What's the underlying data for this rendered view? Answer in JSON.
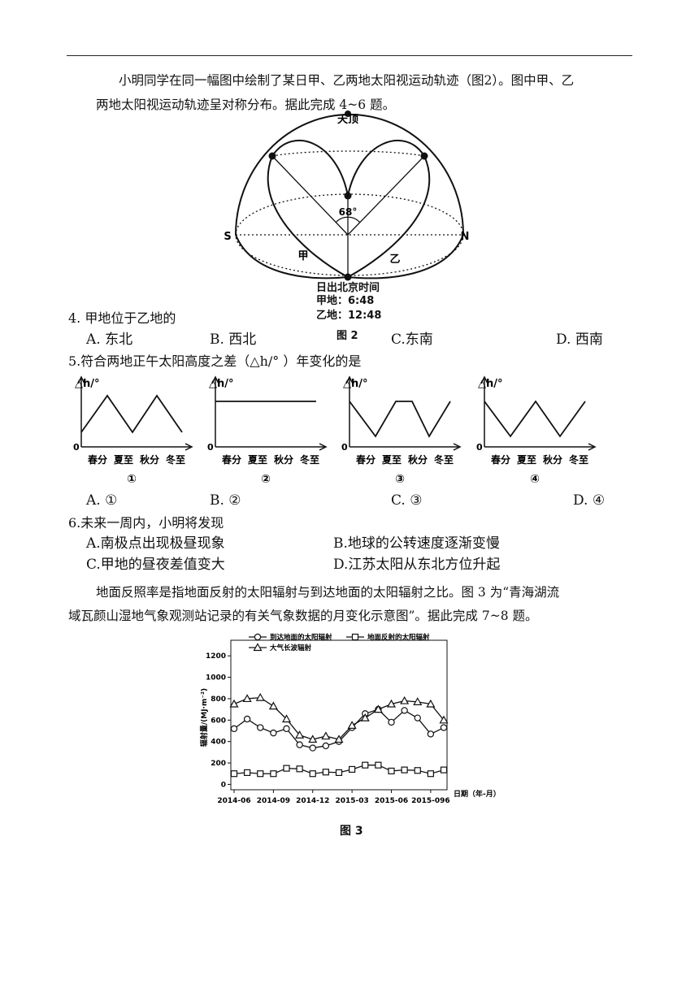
{
  "intro1": {
    "line1": "小明同学在同一幅图中绘制了某日甲、乙两地太阳视运动轨迹（图2）。图中甲、乙",
    "line2": "两地太阳视运动轨迹呈对称分布。据此完成 4~6 题。"
  },
  "fig2": {
    "zenith": "天顶",
    "angle": "68°",
    "s": "S",
    "n": "N",
    "jia": "甲",
    "yi": "乙",
    "sunrise_title": "日出北京时间",
    "jia_time": "甲地：6:48",
    "yi_time": "乙地：12:48",
    "caption": "图 2"
  },
  "q4": {
    "stem": "4.  甲地位于乙地的",
    "a": "A.  东北",
    "b": "B.  西北",
    "c": "C.东南",
    "d": "D.  西南"
  },
  "q5": {
    "stem": "5.符合两地正午太阳高度之差（△h/° ）年变化的是",
    "axis_label": "△h/°",
    "zero": "0",
    "x_ticks": [
      "春分",
      "夏至",
      "秋分",
      "冬至"
    ],
    "chart_nums": [
      "①",
      "②",
      "③",
      "④"
    ],
    "a": "A.  ①",
    "b": "B.  ②",
    "c": "C.  ③",
    "d": "D.  ④"
  },
  "q6": {
    "stem": "6.未来一周内，小明将发现",
    "a": "A.南极点出现极昼现象",
    "b": "B.地球的公转速度逐渐变慢",
    "c": "C.甲地的昼夜差值变大",
    "d": "D.江苏太阳从东北方位升起"
  },
  "intro2": {
    "line1": "地面反照率是指地面反射的太阳辐射与到达地面的太阳辐射之比。图 3 为“青海湖流",
    "line2": "域瓦颜山湿地气象观测站记录的有关气象数据的月变化示意图”。据此完成 7~8 题。"
  },
  "chart_data": {
    "type": "line",
    "title": "",
    "ylabel": "辐射量/(MJ·m⁻²)",
    "xlabel": "日期（年-月）",
    "ylim": [
      -50,
      1300
    ],
    "yticks": [
      0,
      200,
      400,
      600,
      800,
      1000,
      1200
    ],
    "x_tick_labels": [
      "2014-06",
      "2014-09",
      "2014-12",
      "2015-03",
      "2015-06",
      "2015-096"
    ],
    "x_tick_index": [
      0,
      3,
      6,
      9,
      12,
      15
    ],
    "months": 17,
    "series": [
      {
        "name": "到达地面的太阳辐射",
        "marker": "circle",
        "values": [
          520,
          610,
          530,
          480,
          520,
          370,
          340,
          360,
          400,
          530,
          660,
          700,
          580,
          690,
          620,
          470,
          530
        ]
      },
      {
        "name": "地面反射的太阳辐射",
        "marker": "square",
        "values": [
          100,
          110,
          100,
          100,
          150,
          145,
          100,
          115,
          110,
          140,
          180,
          180,
          125,
          135,
          130,
          100,
          135
        ]
      },
      {
        "name": "大气长波辐射",
        "marker": "triangle",
        "values": [
          750,
          800,
          810,
          730,
          610,
          460,
          420,
          450,
          420,
          550,
          620,
          700,
          750,
          780,
          770,
          750,
          600
        ]
      }
    ],
    "caption": "图 3"
  }
}
